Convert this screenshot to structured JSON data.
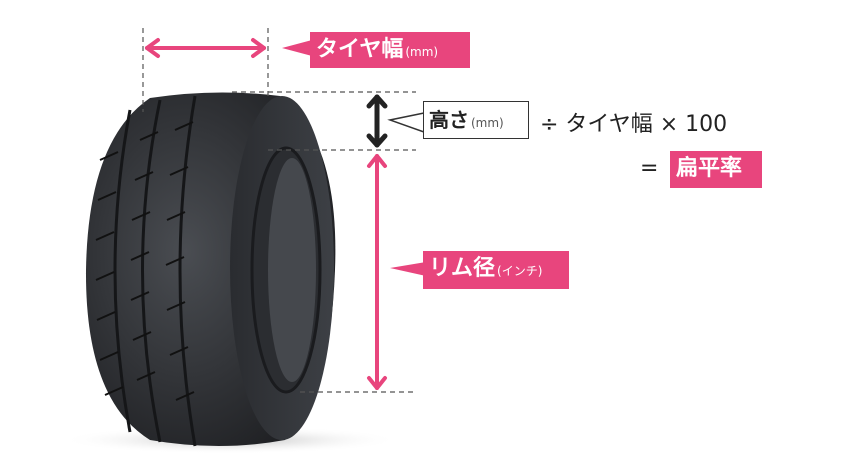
{
  "labels": {
    "width": {
      "main": "タイヤ幅",
      "unit": "(mm)"
    },
    "height": {
      "main": "高さ",
      "unit": "(mm)"
    },
    "rim": {
      "main": "リム径",
      "unit": "(インチ)"
    },
    "aspect_ratio": "扁平率"
  },
  "formula": {
    "divide_line": "÷ タイヤ幅 × 100",
    "equals": "="
  },
  "colors": {
    "accent": "#e8457d",
    "dark": "#222222"
  }
}
